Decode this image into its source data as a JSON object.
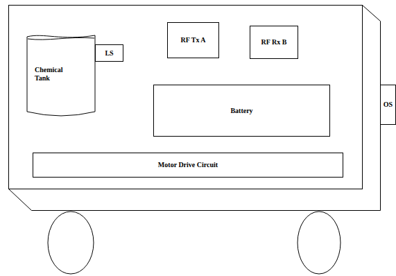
{
  "diagram": {
    "nodes": [
      {
        "text": [
          "Chemical Tank"
        ]
      },
      {
        "text": [
          "LS"
        ]
      },
      {
        "text": [
          "RF Tx A"
        ]
      },
      {
        "text": [
          "RF Rx B"
        ]
      },
      {
        "text": [
          "Battery"
        ]
      },
      {
        "text": [
          "Motor Drive Circuit"
        ]
      },
      {
        "text": [
          "OS"
        ]
      }
    ]
  }
}
